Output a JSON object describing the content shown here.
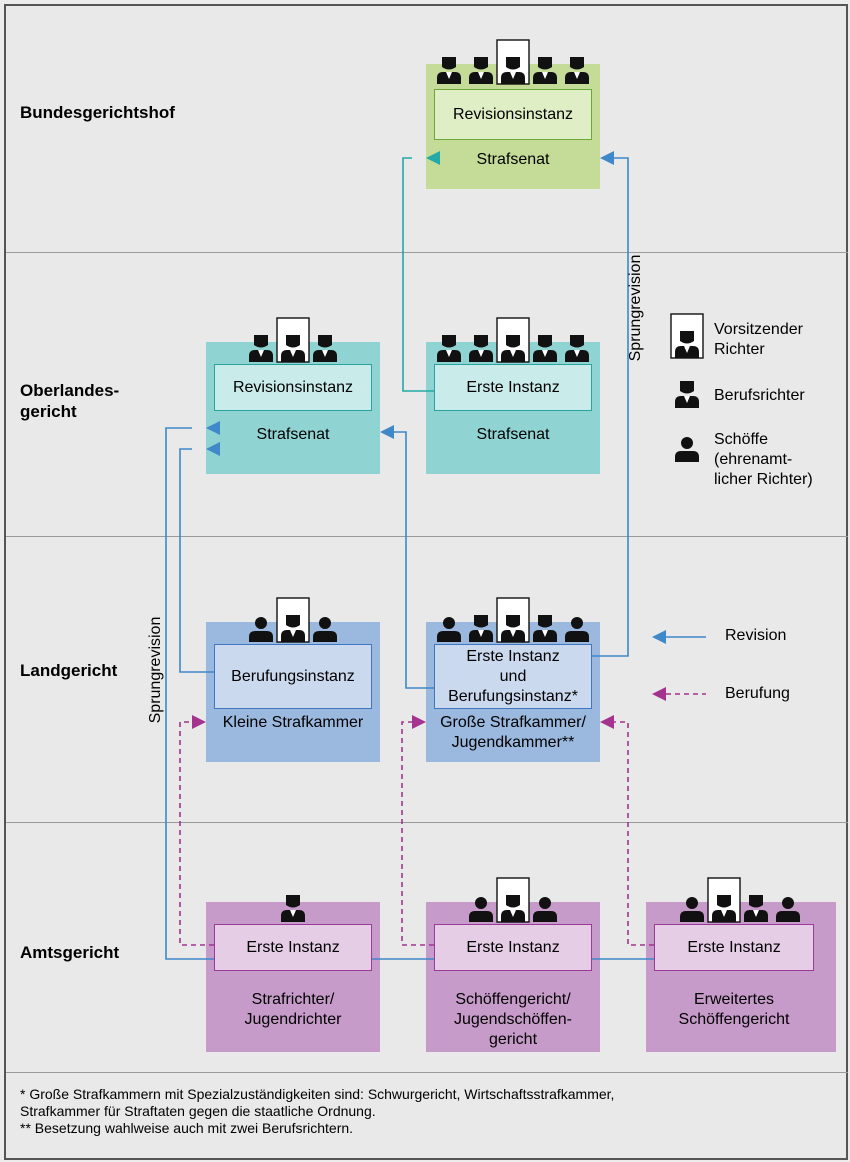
{
  "levels": {
    "bgh": "Bundesgerichtshof",
    "olg_1": "Oberlandes-",
    "olg_2": "gericht",
    "lg": "Landgericht",
    "ag": "Amtsgericht"
  },
  "boxes": {
    "bgh_strafsenat": {
      "inner": "Revisionsinstanz",
      "label": "Strafsenat"
    },
    "olg_revision": {
      "inner": "Revisionsinstanz",
      "label": "Strafsenat"
    },
    "olg_erste": {
      "inner": "Erste Instanz",
      "label": "Strafsenat"
    },
    "lg_kleine": {
      "inner": "Berufungsinstanz",
      "label": "Kleine Strafkammer"
    },
    "lg_grosse": {
      "inner_1": "Erste Instanz",
      "inner_2": "und",
      "inner_3": "Berufungsinstanz*",
      "label_1": "Große Strafkammer/",
      "label_2": "Jugendkammer**"
    },
    "ag_strafrichter": {
      "inner": "Erste Instanz",
      "label_1": "Strafrichter/",
      "label_2": "Jugendrichter"
    },
    "ag_schoeffen": {
      "inner": "Erste Instanz",
      "label_1": "Schöffengericht/",
      "label_2": "Jugendschöffen-",
      "label_3": "gericht"
    },
    "ag_erweitert": {
      "inner": "Erste Instanz",
      "label_1": "Erweitertes",
      "label_2": "Schöffengericht"
    }
  },
  "sprungrevision_label": "Sprungrevision",
  "legend": {
    "vorsitz_1": "Vorsitzender",
    "vorsitz_2": "Richter",
    "berufsrichter": "Berufsrichter",
    "schoeffe_1": "Schöffe",
    "schoeffe_2": "(ehrenamt-",
    "schoeffe_3": "licher Richter)",
    "revision": "Revision",
    "berufung": "Berufung"
  },
  "footnotes": {
    "f1_line1": "*  Große Strafkammern mit Spezialzuständigkeiten sind: Schwurgericht, Wirtschaftsstrafkammer,",
    "f1_line2": "    Strafkammer für Straftaten gegen die staatliche Ordnung.",
    "f2": "** Besetzung wahlweise auch mit zwei Berufsrichtern."
  },
  "colors": {
    "bgh_fill": "#c4dc97",
    "bgh_inner": "#e0eec5",
    "olg_fill": "#8fd3d2",
    "olg_inner": "#c9ebea",
    "lg_fill": "#9bb8de",
    "lg_inner": "#cbd9ef",
    "ag_fill": "#c79bc9",
    "ag_inner": "#e6cde6",
    "revision_arrow": "#3f88c9",
    "berufung_arrow": "#a3338f",
    "bgh_arrow": "#23aaa6"
  },
  "benches": {
    "bgh": [
      "B",
      "B",
      "V",
      "B",
      "B"
    ],
    "olg_revision": [
      "B",
      "V",
      "B"
    ],
    "olg_erste": [
      "B",
      "B",
      "V",
      "B",
      "B"
    ],
    "lg_kleine": [
      "S",
      "V",
      "S"
    ],
    "lg_grosse": [
      "S",
      "B",
      "V",
      "B",
      "S"
    ],
    "ag_strafrichter": [
      "B"
    ],
    "ag_schoeffen": [
      "S",
      "V",
      "S"
    ],
    "ag_erweitert": [
      "S",
      "V",
      "B",
      "S"
    ]
  }
}
